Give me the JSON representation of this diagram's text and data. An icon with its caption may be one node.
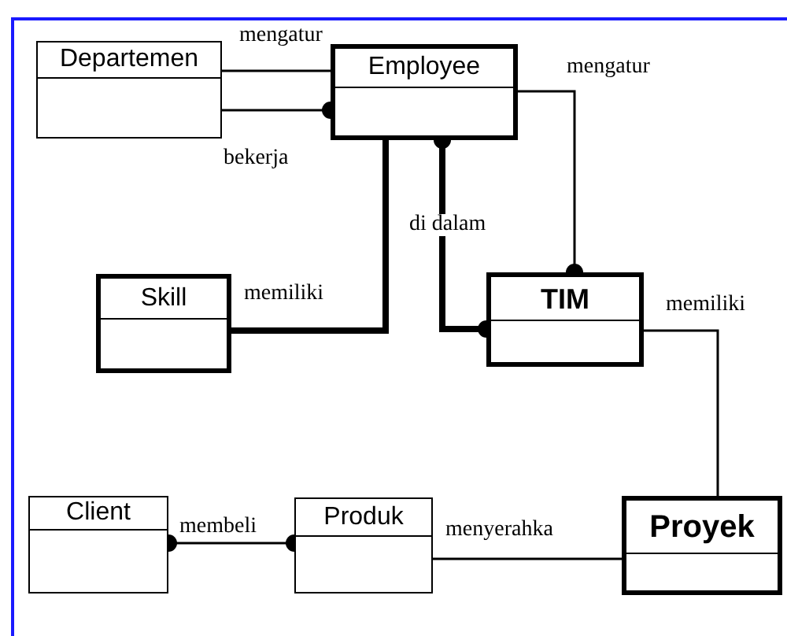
{
  "diagram": {
    "nodes": [
      {
        "text": [
          "Departemen"
        ]
      },
      {
        "text": [
          "Employee"
        ]
      },
      {
        "text": [
          "Skill"
        ]
      },
      {
        "text": [
          "TIM"
        ]
      },
      {
        "text": [
          "Client"
        ]
      },
      {
        "text": [
          "Produk"
        ]
      },
      {
        "text": [
          "Proyek"
        ]
      }
    ],
    "edges": [
      {
        "from": 0,
        "to": 1,
        "arrow": "none",
        "label": "mengatur"
      },
      {
        "from": 0,
        "to": 1,
        "arrow": "other",
        "label": "bekerja"
      },
      {
        "from": 1,
        "to": 2,
        "arrow": "none",
        "label": "memiliki",
        "style": "thick"
      },
      {
        "from": 1,
        "to": 3,
        "arrow": "other",
        "label": "di dalam",
        "style": "thick"
      },
      {
        "from": 1,
        "to": 3,
        "arrow": "other",
        "label": "mengatur"
      },
      {
        "from": 3,
        "to": 6,
        "arrow": "none",
        "label": "memiliki"
      },
      {
        "from": 4,
        "to": 5,
        "arrow": "other",
        "label": "membeli"
      },
      {
        "from": 5,
        "to": 6,
        "arrow": "none",
        "label": "menyerahka"
      }
    ]
  }
}
